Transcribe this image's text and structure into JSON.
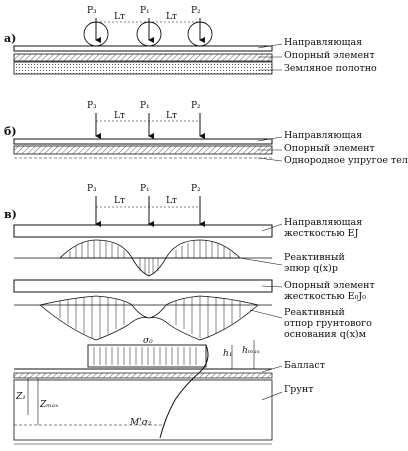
{
  "panels": [
    {
      "letter": "а)",
      "forces": [
        "P₃",
        "P₁",
        "P₂"
      ],
      "spans": [
        "Lт",
        "Lт"
      ],
      "labels": [
        "Направляющая",
        "Опорный элемент",
        "Земляное полотно"
      ]
    },
    {
      "letter": "б)",
      "forces": [
        "P₃",
        "P₁",
        "P₂"
      ],
      "spans": [
        "Lт",
        "Lт"
      ],
      "labels": [
        "Направляющая",
        "Опорный элемент",
        "Однородное упругое тело"
      ]
    },
    {
      "letter": "в)",
      "forces": [
        "P₃",
        "P₁",
        "P₂"
      ],
      "spans": [
        "Lт",
        "Lт"
      ],
      "labels": [
        [
          "Направляющая",
          "жесткостью EJ"
        ],
        [
          "Реактивный",
          "эпюр q(x)p"
        ],
        [
          "Опорный элемент",
          "жесткостью E₀J₀"
        ],
        [
          "Реактивный",
          "отпор грунтового",
          "основания q(x)м"
        ],
        [
          "Балласт"
        ],
        [
          "Грунт"
        ]
      ],
      "symbols": {
        "sigma": "σ₀",
        "h1": "h₁",
        "hmax": "hₘₐₓ",
        "z1": "Z₁",
        "zmax": "Zₘₐₓ",
        "moment": "M'σ₂"
      }
    }
  ]
}
